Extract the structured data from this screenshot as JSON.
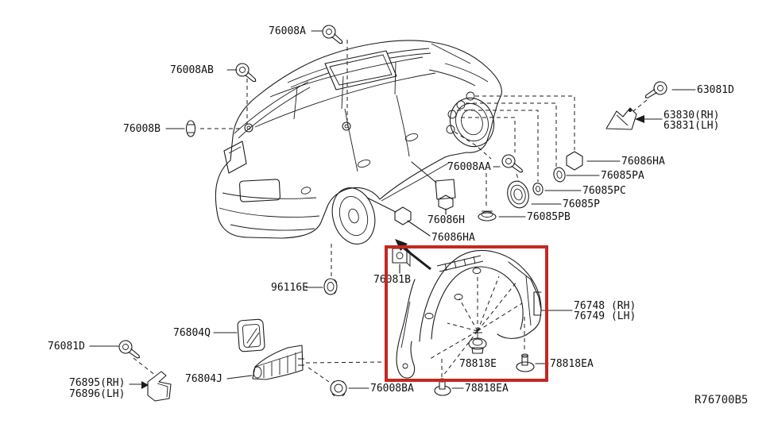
{
  "diagram": {
    "type": "vehicle-parts-diagram",
    "description": "Rear fender and wheelhouse protector fitting diagram with highlighted wheelhouse protector",
    "reference_code": "R76700B5",
    "background_color": "#ffffff",
    "line_color": "#1c1c1c",
    "highlight_color": "#c42823",
    "highlighted_part_numbers": [
      "76748 (RH)",
      "76749 (LH)"
    ],
    "labels": {
      "p76008a": "76008A",
      "p76008ab": "76008AB",
      "p76008b": "76008B",
      "p63081d": "63081D",
      "p63830": "63830(RH)",
      "p63831": "63831(LH)",
      "p76086ha_right": "76086HA",
      "p76085pa": "76085PA",
      "p76085pc": "76085PC",
      "p76085p": "76085P",
      "p76085pb": "76085PB",
      "p76008aa": "76008AA",
      "p76086h": "76086H",
      "p76086ha_mid": "76086HA",
      "p96116e": "96116E",
      "p76081b": "76081B",
      "p76804q": "76804Q",
      "p76081d": "76081D",
      "p76895": "76895(RH)",
      "p76896": "76896(LH)",
      "p76804j": "76804J",
      "p76008ba": "76008BA",
      "p78818ea_bottom": "78818EA",
      "p78818e": "78818E",
      "p78818ea_right": "78818EA",
      "p76748": "76748 (RH)",
      "p76749": "76749 (LH)"
    }
  }
}
